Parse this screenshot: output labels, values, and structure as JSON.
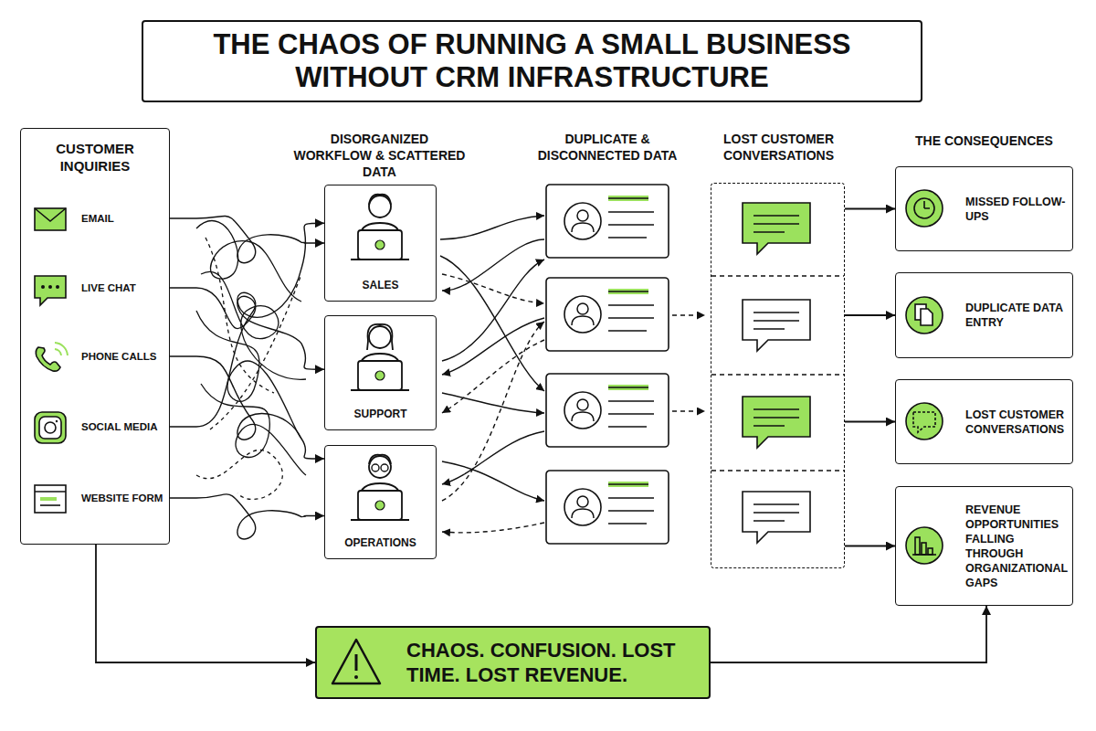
{
  "diagram": {
    "title": "THE CHAOS OF RUNNING A SMALL BUSINESS WITHOUT CRM INFRASTRUCTURE",
    "nodes": [
      {
        "text": [
          "CUSTOMER INQUIRIES"
        ]
      },
      {
        "text": [
          "EMAIL"
        ],
        "in": 0
      },
      {
        "text": [
          "LIVE CHAT"
        ],
        "in": 0
      },
      {
        "text": [
          "PHONE CALLS"
        ],
        "in": 0
      },
      {
        "text": [
          "SOCIAL MEDIA"
        ],
        "in": 0
      },
      {
        "text": [
          "WEBSITE FORM"
        ],
        "in": 0
      },
      {
        "text": [
          "SALES"
        ]
      },
      {
        "text": [
          "SUPPORT"
        ]
      },
      {
        "text": [
          "OPERATIONS"
        ]
      },
      {
        "text": [
          "LOST CUSTOMER CONVERSATIONS"
        ]
      },
      {
        "text": [
          "MISSED FOLLOW-UPS"
        ]
      },
      {
        "text": [
          "DUPLICATE DATA ENTRY"
        ]
      },
      {
        "text": [
          "LOST CUSTOMER CONVERSATIONS"
        ]
      },
      {
        "text": [
          "REVENUE OPPORTUNITIES FALLING THROUGH ORGANIZATIONAL GAPS"
        ]
      },
      {
        "text": [
          "CHAOS. CONFUSION. LOST TIME. LOST REVENUE."
        ]
      }
    ],
    "edges": [
      {
        "from": 1,
        "to": 6,
        "arrow": "to"
      },
      {
        "from": 2,
        "to": 7,
        "arrow": "to"
      },
      {
        "from": 3,
        "to": 8,
        "arrow": "to"
      },
      {
        "from": 4,
        "to": 6,
        "arrow": "to"
      },
      {
        "from": 5,
        "to": 8,
        "arrow": "to"
      },
      {
        "from": 9,
        "to": 10,
        "arrow": "to"
      },
      {
        "from": 9,
        "to": 11,
        "arrow": "to"
      },
      {
        "from": 9,
        "to": 12,
        "arrow": "to"
      },
      {
        "from": 9,
        "to": 13,
        "arrow": "to"
      },
      {
        "from": 0,
        "to": 14,
        "arrow": "to"
      },
      {
        "from": 14,
        "to": 13,
        "arrow": "to"
      }
    ],
    "labels": [
      "DISORGANIZED WORKFLOW & SCATTERED DATA",
      "DUPLICATE & DISCONNECTED DATA",
      "THE CONSEQUENCES"
    ]
  }
}
